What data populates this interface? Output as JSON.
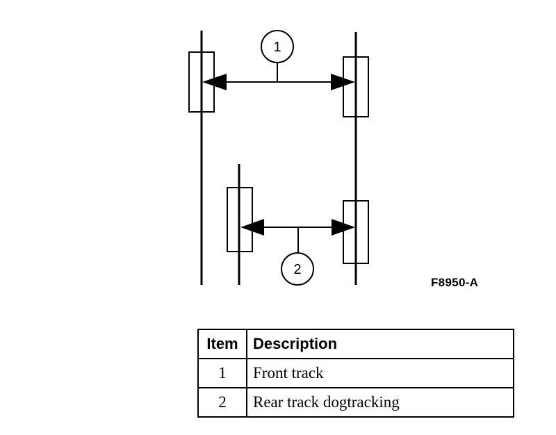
{
  "figure": {
    "callouts": [
      "1",
      "2"
    ],
    "figure_id": "F8950-A"
  },
  "legend": {
    "headers": {
      "item": "Item",
      "description": "Description"
    },
    "rows": [
      {
        "item": "1",
        "description": "Front track"
      },
      {
        "item": "2",
        "description": "Rear track dogtracking"
      }
    ]
  }
}
